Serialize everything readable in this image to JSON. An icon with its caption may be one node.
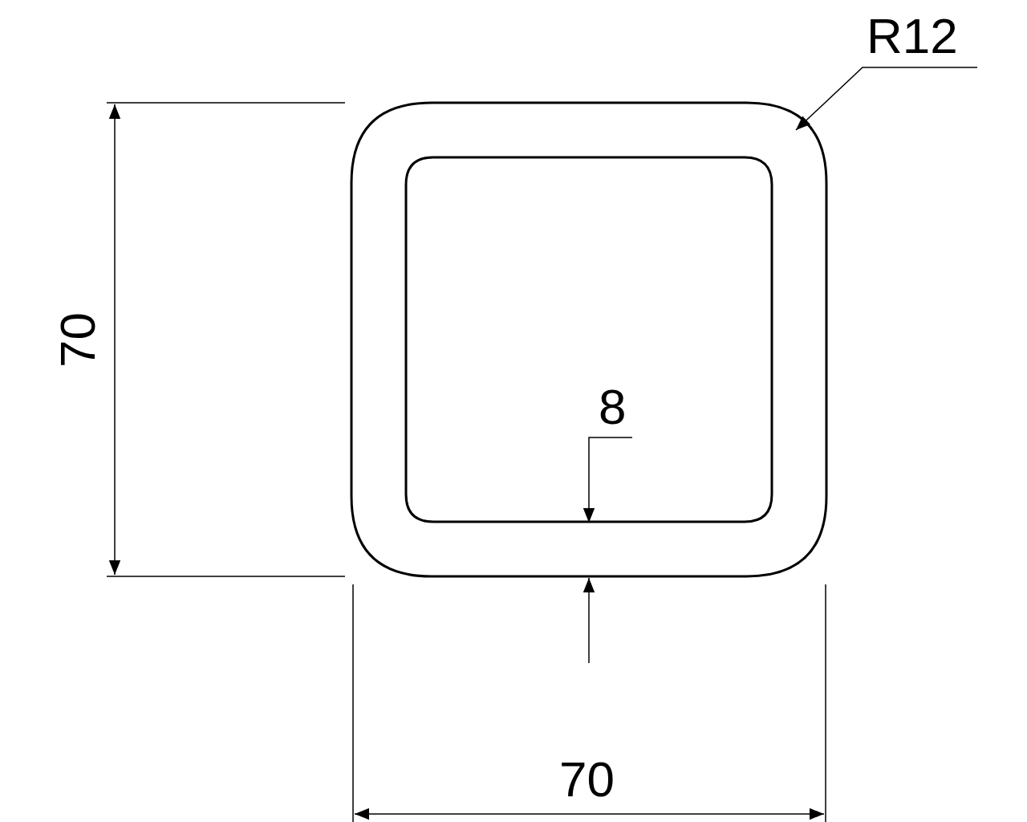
{
  "diagram": {
    "nodes": [
      {
        "text": [
          "R12"
        ]
      },
      {
        "text": [],
        "shape": "picture"
      }
    ],
    "edges": [
      {
        "from": 0,
        "to": 1,
        "arrow": "to"
      }
    ],
    "labels": [
      "70",
      "8",
      "70"
    ]
  }
}
